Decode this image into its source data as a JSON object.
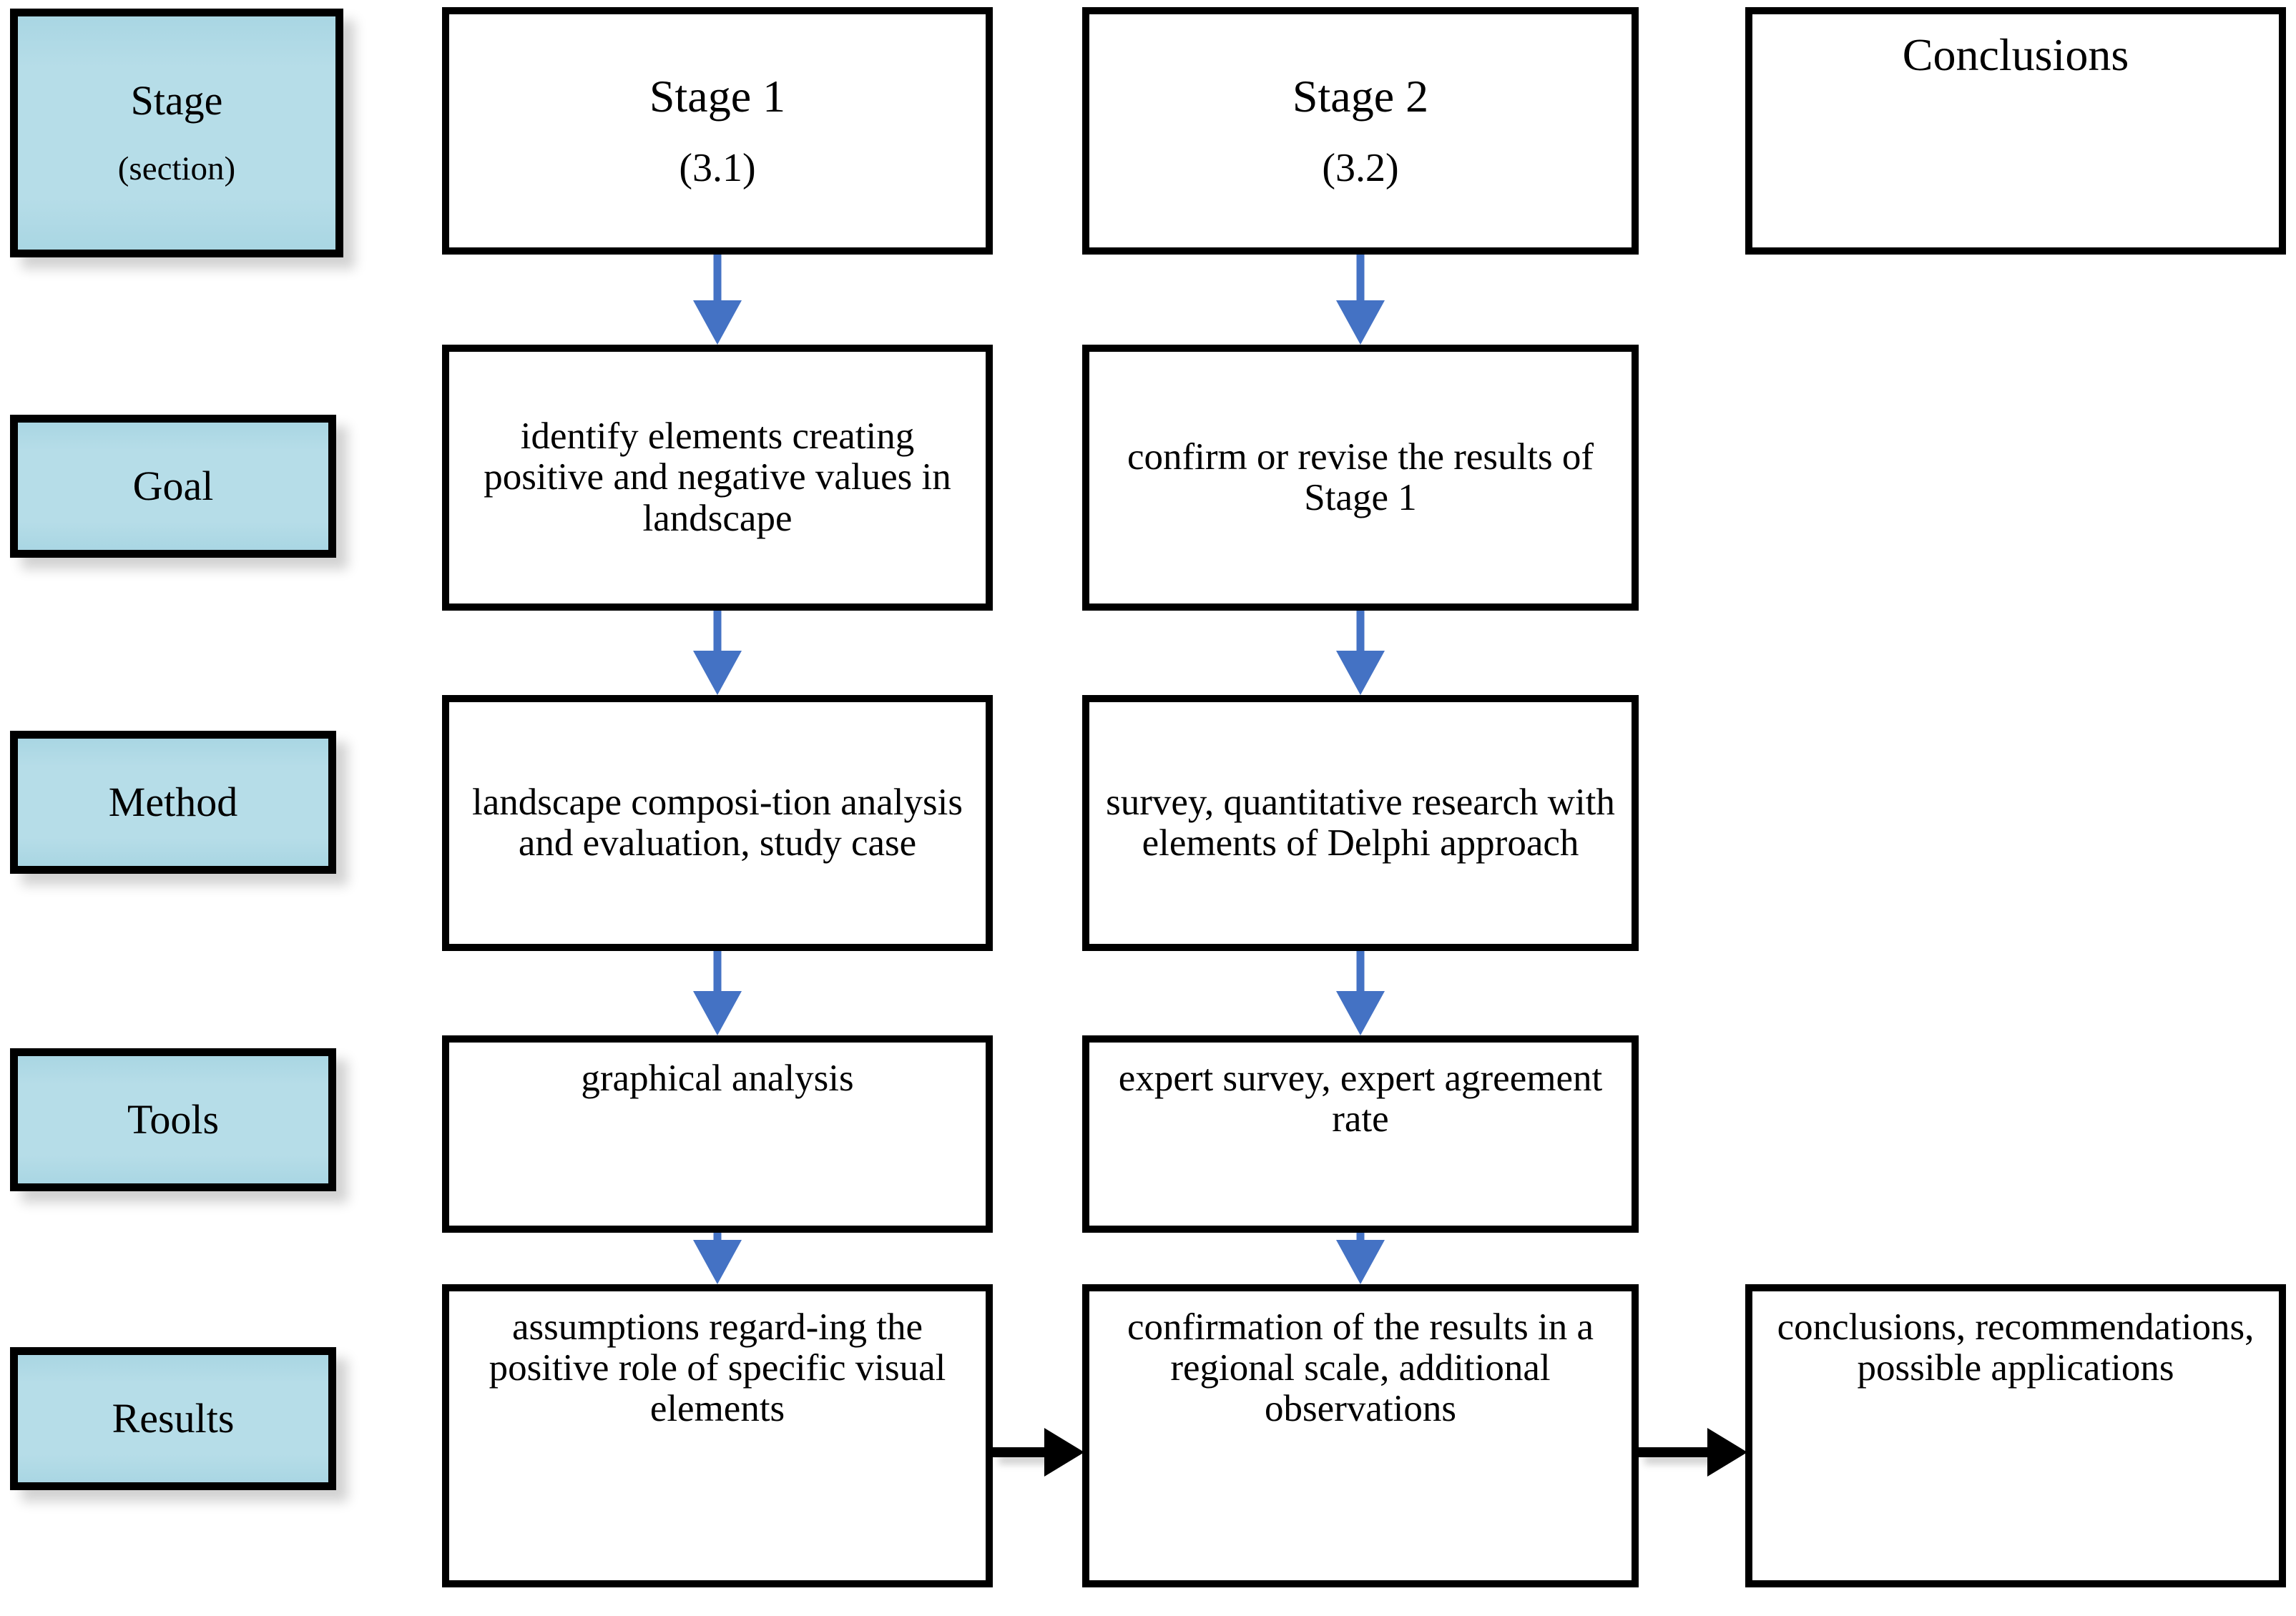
{
  "diagram": {
    "title": "Research methodology stages flowchart",
    "accent_arrow_color": "#4472C4",
    "label_box_color": "#B6DDE8",
    "border_color": "#000000"
  },
  "row_labels": {
    "header": {
      "line1": "Stage",
      "line2": "(section)"
    },
    "goal": "Goal",
    "method": "Method",
    "tools": "Tools",
    "results": "Results"
  },
  "columns": {
    "stage1": {
      "header_line1": "Stage 1",
      "header_line2": "(3.1)",
      "goal": "identify elements creating positive and negative values in landscape",
      "method": "landscape composi-tion analysis and evaluation, study case",
      "tools": "graphical analysis",
      "results": "assumptions regard-ing the positive role of specific visual elements"
    },
    "stage2": {
      "header_line1": "Stage 2",
      "header_line2": "(3.2)",
      "goal": "confirm or revise the results of Stage 1",
      "method": "survey, quantitative research with elements of Delphi approach",
      "tools": "expert survey, expert agreement rate",
      "results": "confirmation of the results in a regional scale, additional observations"
    },
    "conclusions": {
      "header_line1": "Conclusions",
      "header_line2": "",
      "results": "conclusions, recommendations, possible applications"
    }
  },
  "connectors": {
    "stage1_header_to_goal": "down-arrow",
    "stage1_goal_to_method": "down-arrow",
    "stage1_method_to_tools": "down-arrow",
    "stage1_tools_to_results": "down-arrow",
    "stage2_header_to_goal": "down-arrow",
    "stage2_goal_to_method": "down-arrow",
    "stage2_method_to_tools": "down-arrow",
    "stage2_tools_to_results": "down-arrow",
    "stage1_results_to_stage2_results": "right-arrow",
    "stage2_results_to_conclusions_results": "right-arrow"
  }
}
